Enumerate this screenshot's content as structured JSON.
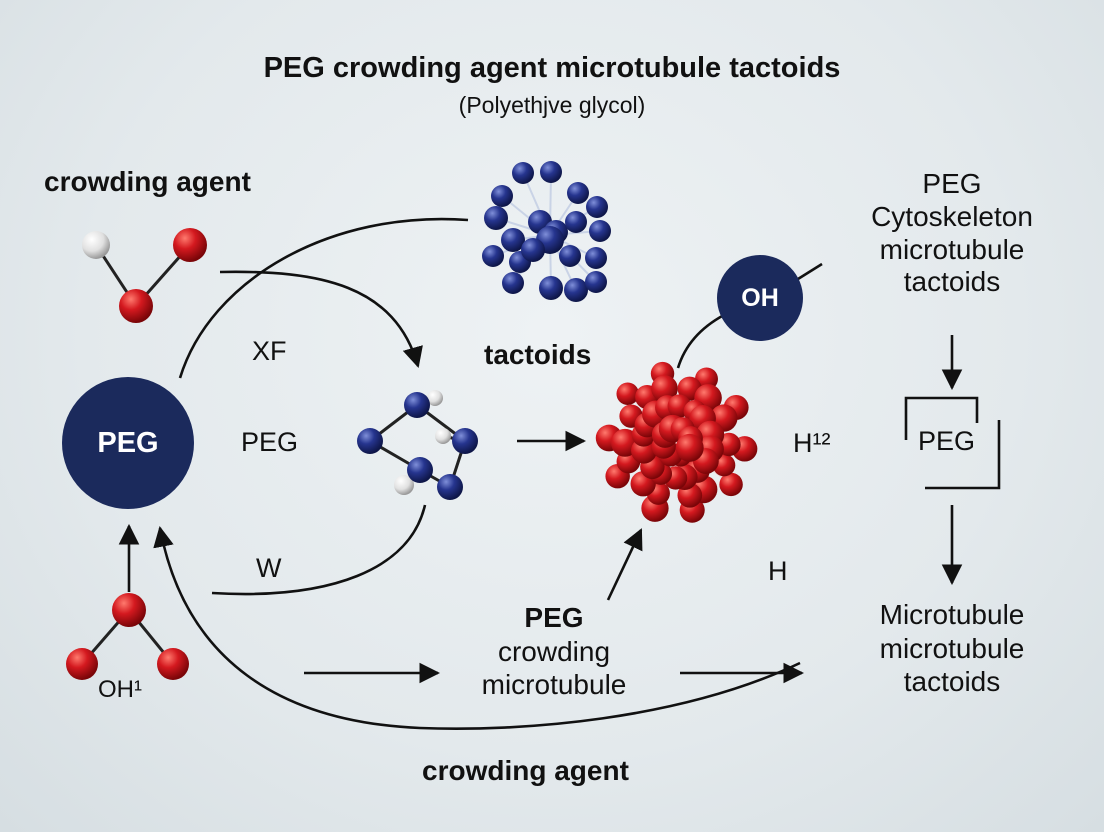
{
  "title": "PEG crowding agent microtubule tactoids",
  "subtitle": "(Polyethjve glycol)",
  "labels": {
    "crowding_agent_top": "crowding agent",
    "peg_node": "PEG",
    "xf": "XF",
    "peg_mid": "PEG",
    "w": "W",
    "oh1": "OH¹",
    "tactoids": "tactoids",
    "oh_node": "OH",
    "h12": "H¹²",
    "h": "H",
    "right_top_line1": "PEG",
    "right_top_line2": "Cytoskeleton",
    "right_top_line3": "microtubule",
    "right_top_line4": "tactoids",
    "peg_box": "PEG",
    "center_bottom_line1": "PEG",
    "center_bottom_line2": "crowding",
    "center_bottom_line3": "microtubule",
    "right_bottom_line1": "Microtubule",
    "right_bottom_line2": "microtubule",
    "right_bottom_line3": "tactoids",
    "crowding_agent_bottom": "crowding agent"
  },
  "colors": {
    "navy": "#1b2a5c",
    "red": "#c8161c",
    "white_atom": "#f2f2f2",
    "arrow": "#111111"
  }
}
